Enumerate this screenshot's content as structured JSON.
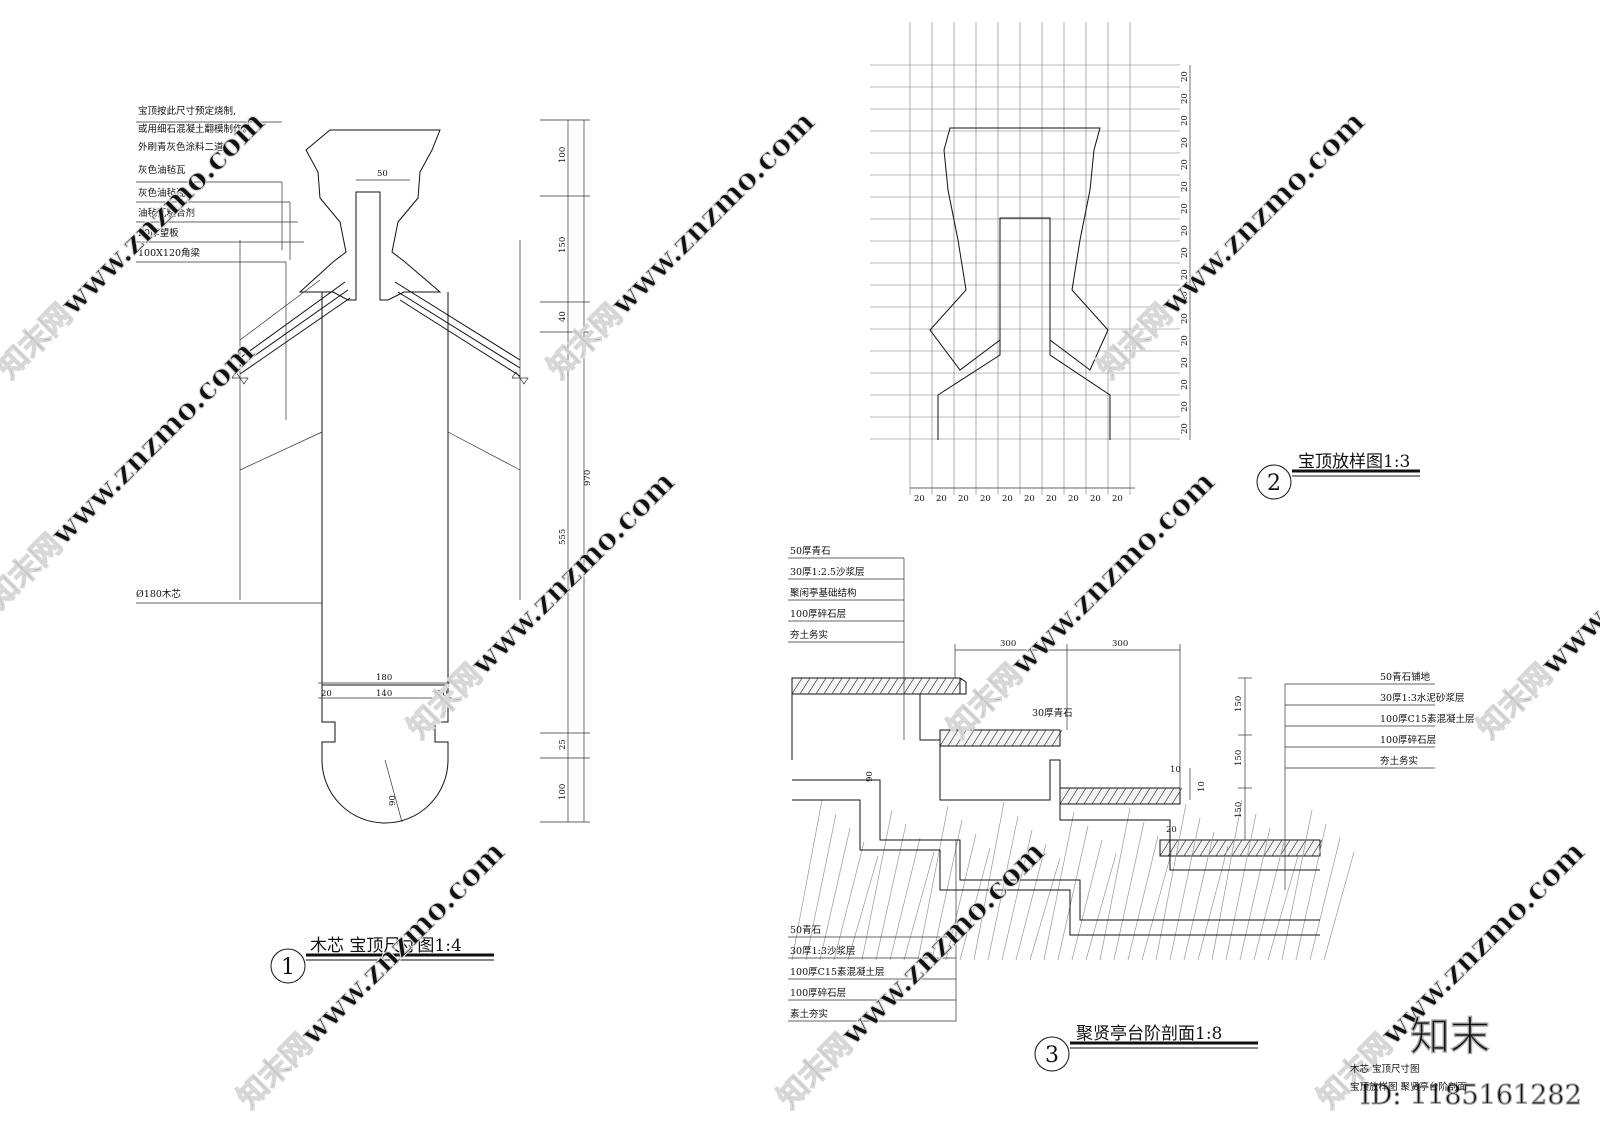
{
  "detail1": {
    "number": "1",
    "title": "木芯   宝顶尺寸图1:4",
    "notes": [
      "宝顶按此尺寸预定烧制,",
      "或用细石混凝土翻模制作。",
      "外刷青灰色涂料二道",
      "灰色油毡瓦",
      "灰色油毡瓦",
      "油毡瓦粘合剂",
      "20厚望板",
      "100X120角梁",
      "Ø180木芯"
    ],
    "dims": {
      "top_width": "50",
      "base_total": "180",
      "base_left": "20",
      "base_mid": "140",
      "base_right": "20",
      "radius": "90",
      "v1": "100",
      "v2": "150",
      "v3": "40",
      "v4": "555",
      "v5": "25",
      "v6": "100",
      "total": "970"
    }
  },
  "detail2": {
    "number": "2",
    "title": "宝顶放样图1:3",
    "grid_label": "20"
  },
  "detail3": {
    "number": "3",
    "title": "聚贤亭台阶剖面1:8",
    "notes_top_left": [
      "50厚青石",
      "30厚1:2.5沙浆层",
      "聚闲亭基础结构",
      "100厚碎石层",
      "夯土务实"
    ],
    "notes_right": [
      "50青石铺地",
      "30厚1:3水泥砂浆层",
      "100厚C15素混凝土层",
      "100厚碎石层",
      "夯土务实"
    ],
    "notes_bottom_left": [
      "50青石",
      "30厚1:3沙浆层",
      "100厚C15素混凝土层",
      "100厚碎石层",
      "素土夯实"
    ],
    "step_label": "30厚青石",
    "dims": {
      "tread1": "300",
      "tread2": "300",
      "riser1": "150",
      "riser2": "150",
      "riser3": "150",
      "d10a": "10",
      "d10b": "10",
      "d20": "20",
      "d90": "90"
    }
  },
  "watermark": {
    "text": "知末网www.znzmo.com",
    "logo": "知末",
    "id": "ID: 1185161282"
  },
  "bottom_notes": [
    "木芯  宝顶尺寸图",
    "宝顶放样图      聚贤亭台阶剖面"
  ]
}
